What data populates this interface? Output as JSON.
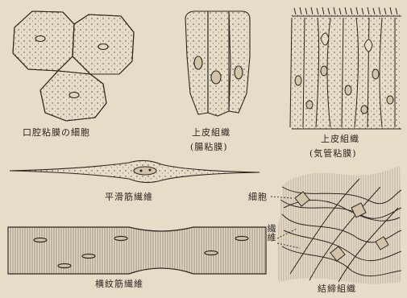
{
  "labels": {
    "oral": "口腔粘膜の細胞",
    "epi1": "上皮組織",
    "epi1_sub": "(腸粘膜)",
    "epi2": "上皮組織",
    "epi2_sub": "(気管粘膜)",
    "smooth": "平滑筋繊維",
    "striated": "横紋筋繊維",
    "connective": "結締組織",
    "cell": "細胞",
    "fiber": "繊維"
  }
}
